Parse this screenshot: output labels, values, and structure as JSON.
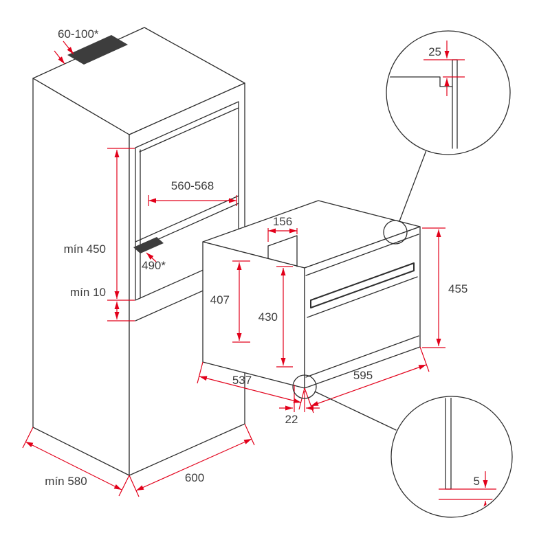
{
  "diagram": {
    "colors": {
      "outline": "#2e2e2e",
      "dimension_red": "#e2001a",
      "label_text": "#3d3d3d",
      "cutout_fill": "#3d3d3d",
      "background": "#ffffff"
    },
    "cabinet": {
      "vent_range_label": "60-100*",
      "niche_width_label": "560-568",
      "niche_height_label": "mín 450",
      "niche_bottom_gap_label": "mín 10",
      "niche_depth_label": "490*",
      "base_depth_label": "mín 580",
      "base_width_label": "600"
    },
    "oven": {
      "top_recess_label": "156",
      "body_height_label": "407",
      "inner_height_label": "430",
      "front_height_label": "455",
      "depth_label": "537",
      "width_label": "595",
      "front_offset_label": "22"
    },
    "details": {
      "top_gap_label": "25",
      "bottom_gap_label": "5"
    }
  }
}
